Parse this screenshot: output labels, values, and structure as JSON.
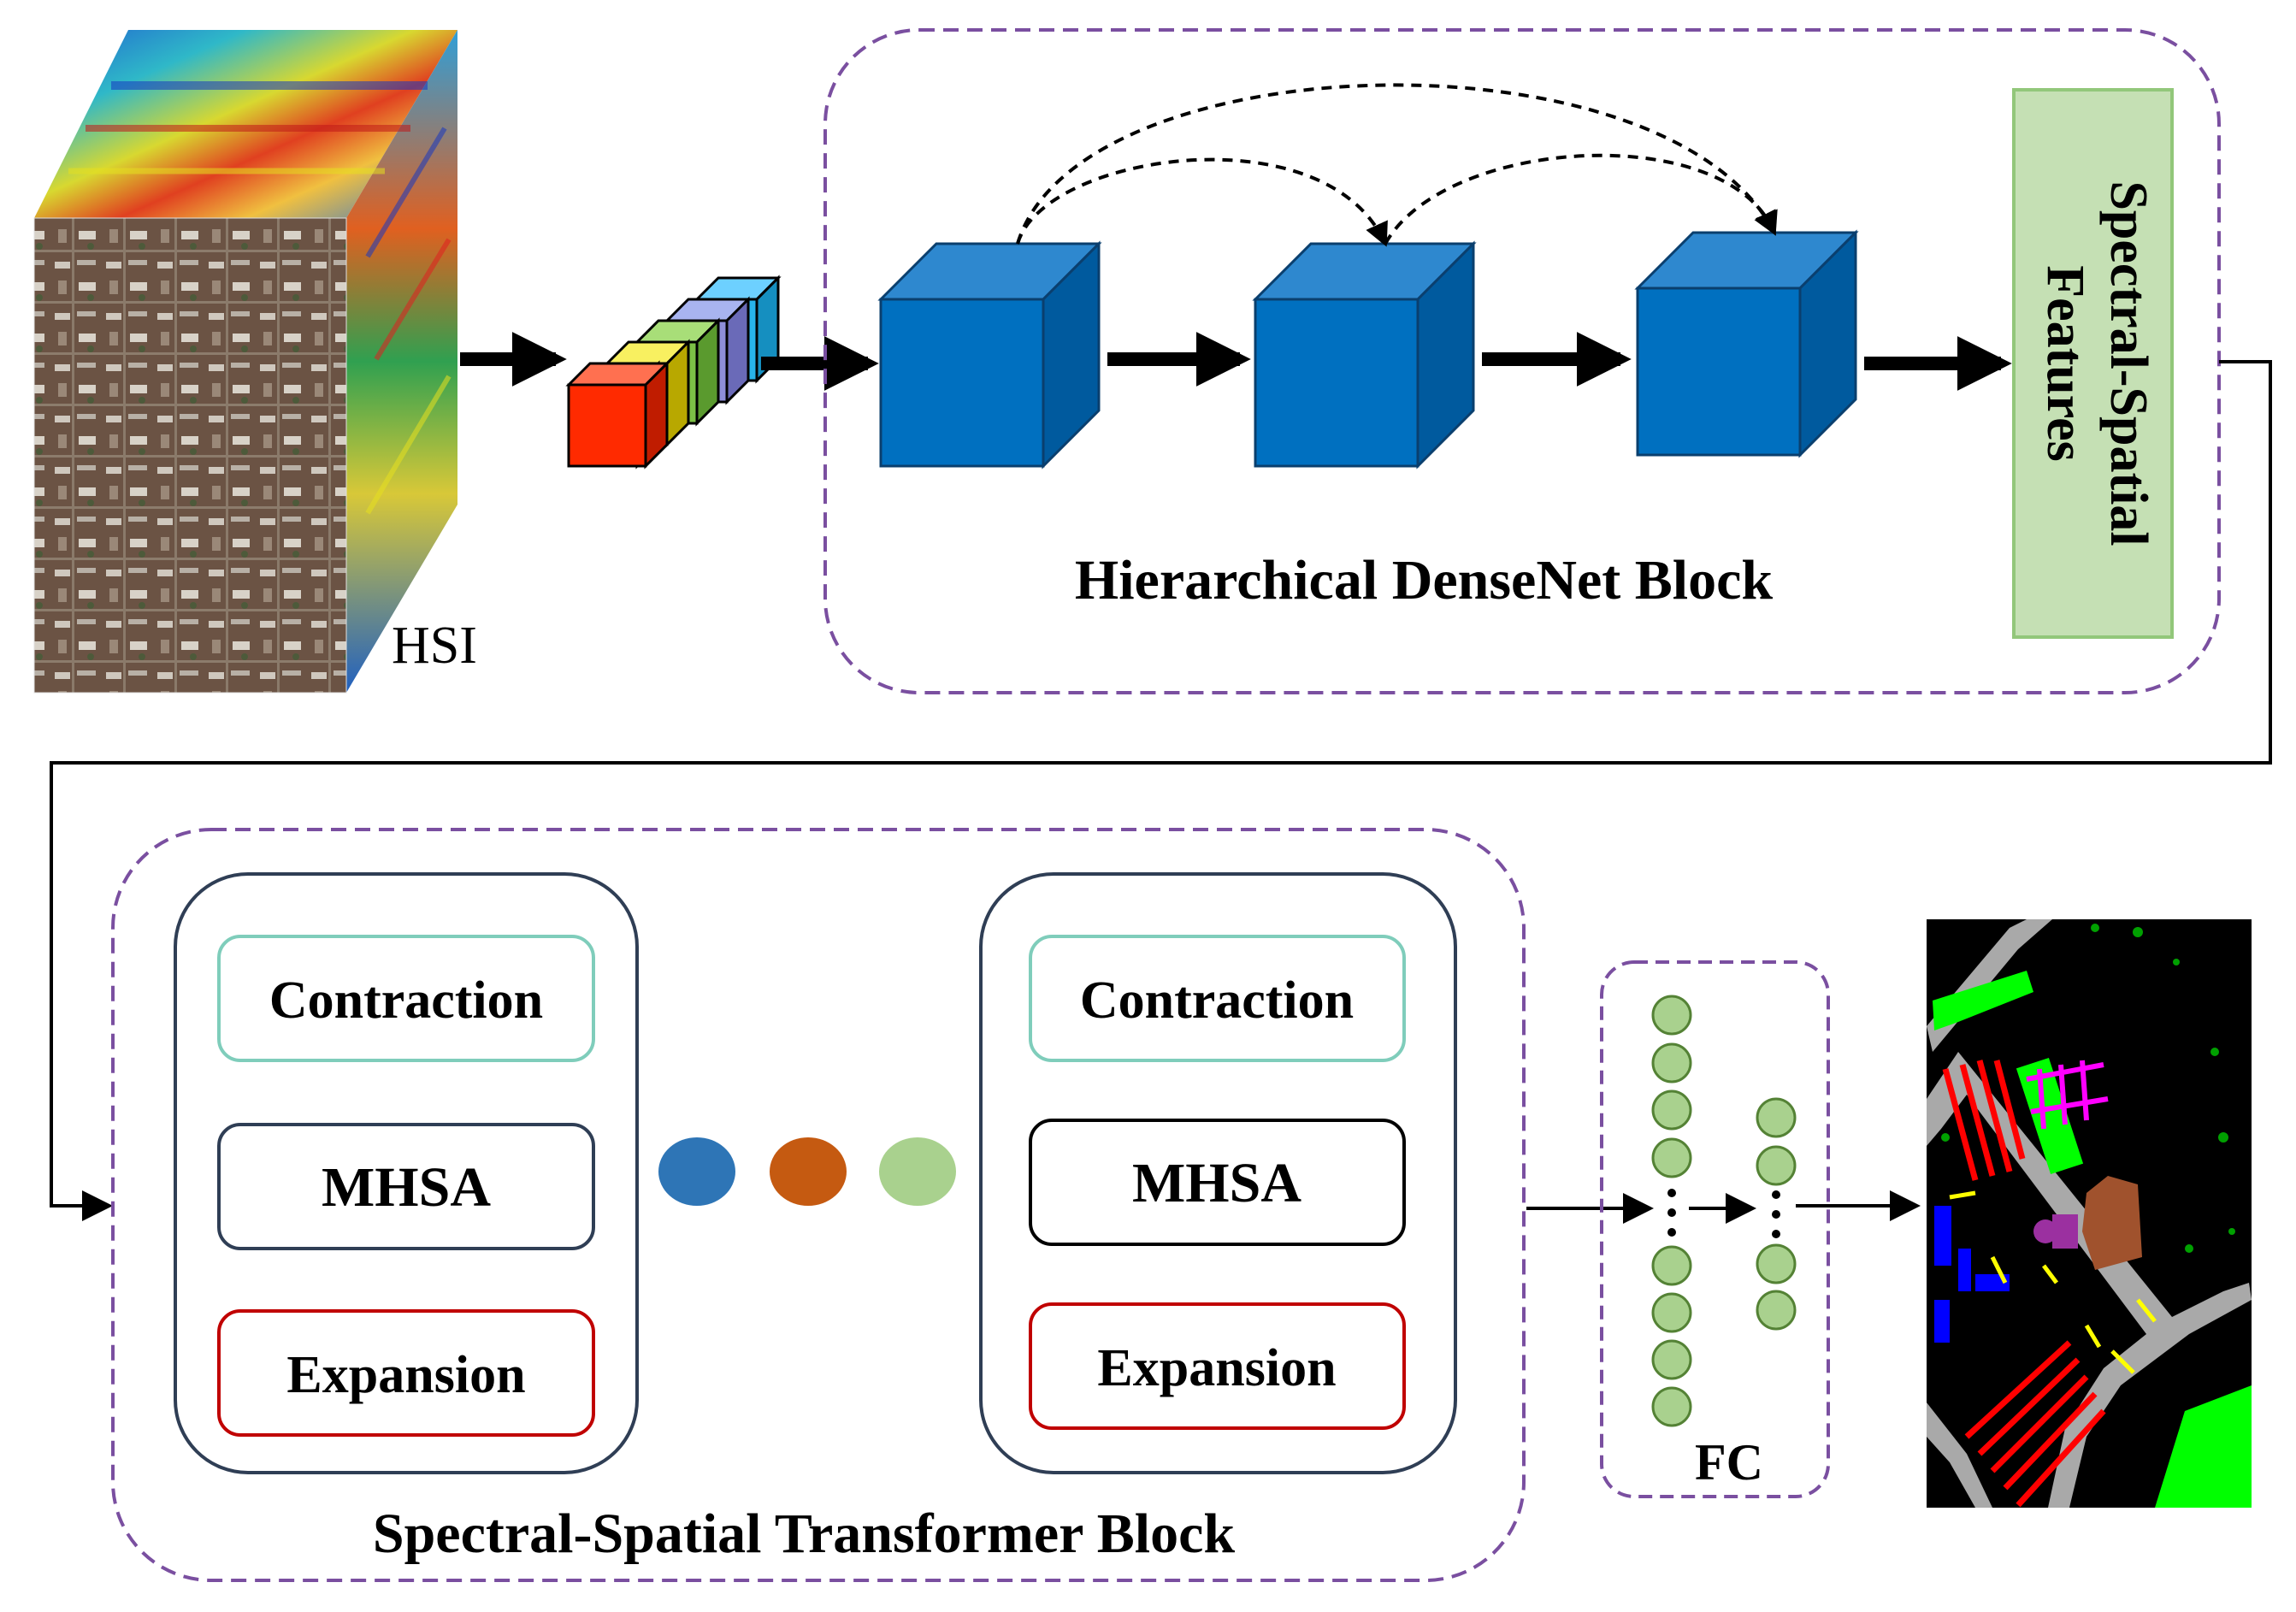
{
  "hsi_label": "HSI",
  "hierarchical_block": {
    "title": "Hierarchical DenseNet Block"
  },
  "features_box": {
    "line1": "Spectral-Spatial",
    "line2": "Features"
  },
  "transformer_block": {
    "title": "Spectral-Spatial Transformer Block",
    "unit_left": {
      "contraction": "Contraction",
      "mhsa": "MHSA",
      "expansion": "Expansion"
    },
    "unit_right": {
      "contraction": "Contraction",
      "mhsa": "MHSA",
      "expansion": "Expansion"
    }
  },
  "fc_block": {
    "label": "FC"
  },
  "colors": {
    "purple_dashed": "#7a4fa0",
    "cube_front": "#0070c0",
    "cube_top": "#2e88cf",
    "cube_side": "#005a9e",
    "features_fill": "#c5e0b4",
    "features_border": "#92c77a",
    "contraction_border": "#7fcdbb",
    "mhsa_border": "#2f3e55",
    "expansion_border": "#c00000",
    "dot_blue": "#2e75b6",
    "dot_orange": "#c55a11",
    "dot_green": "#a9d18e",
    "neuron_fill": "#a9d18e",
    "neuron_stroke": "#548235"
  }
}
